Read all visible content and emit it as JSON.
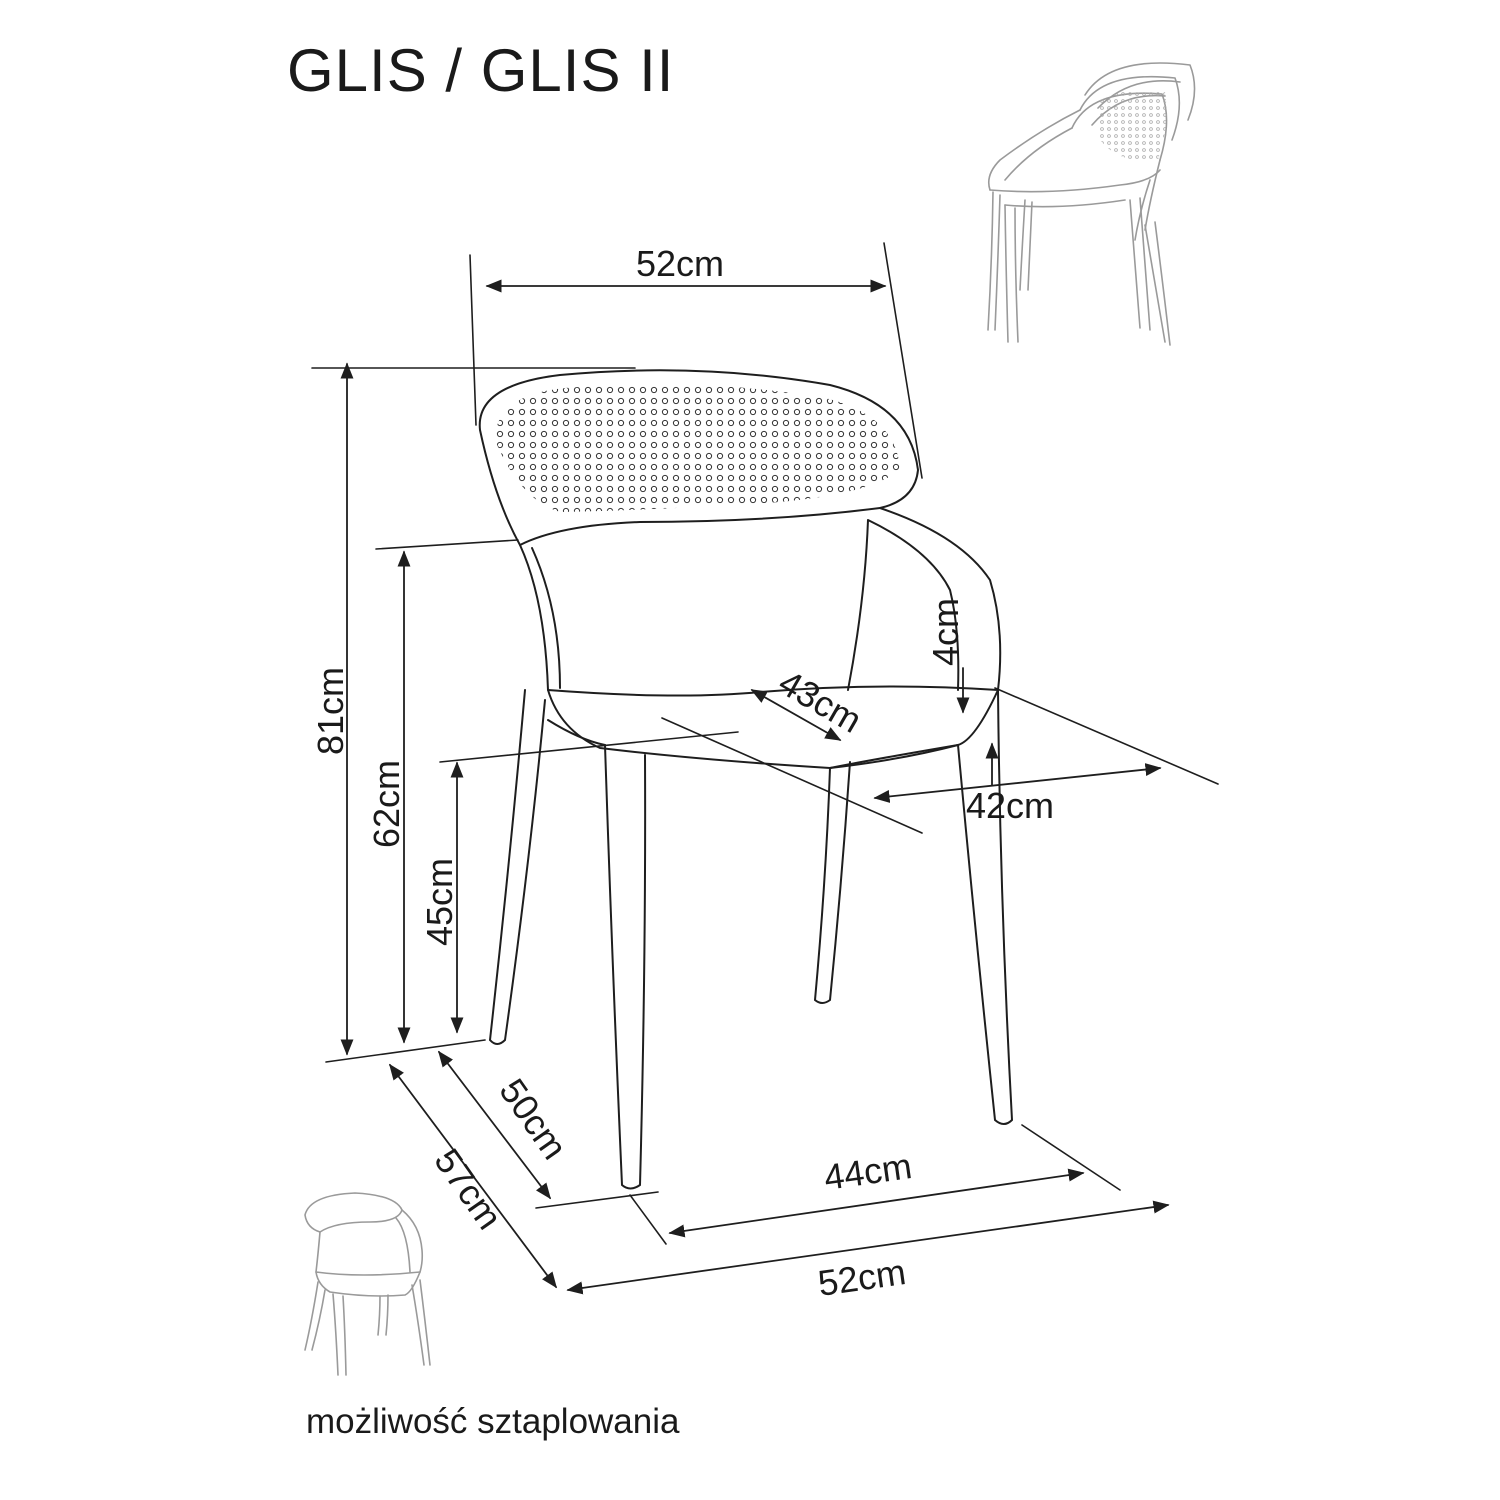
{
  "title": "GLIS / GLIS II",
  "caption": "możliwość sztaplowania",
  "dimensions": {
    "top_width": "52cm",
    "total_height": "81cm",
    "armrest_height": "62cm",
    "seat_height": "45cm",
    "armrest_thickness": "4cm",
    "seat_depth": "43cm",
    "seat_width": "42cm",
    "leg_depth": "50cm",
    "total_depth": "57cm",
    "leg_width": "44cm",
    "bottom_width": "52cm"
  },
  "icons": {
    "stacked": "stacked-chairs-icon",
    "single": "single-chair-icon"
  },
  "colors": {
    "ink": "#1e1e1e",
    "faint": "#9a9a9a"
  }
}
